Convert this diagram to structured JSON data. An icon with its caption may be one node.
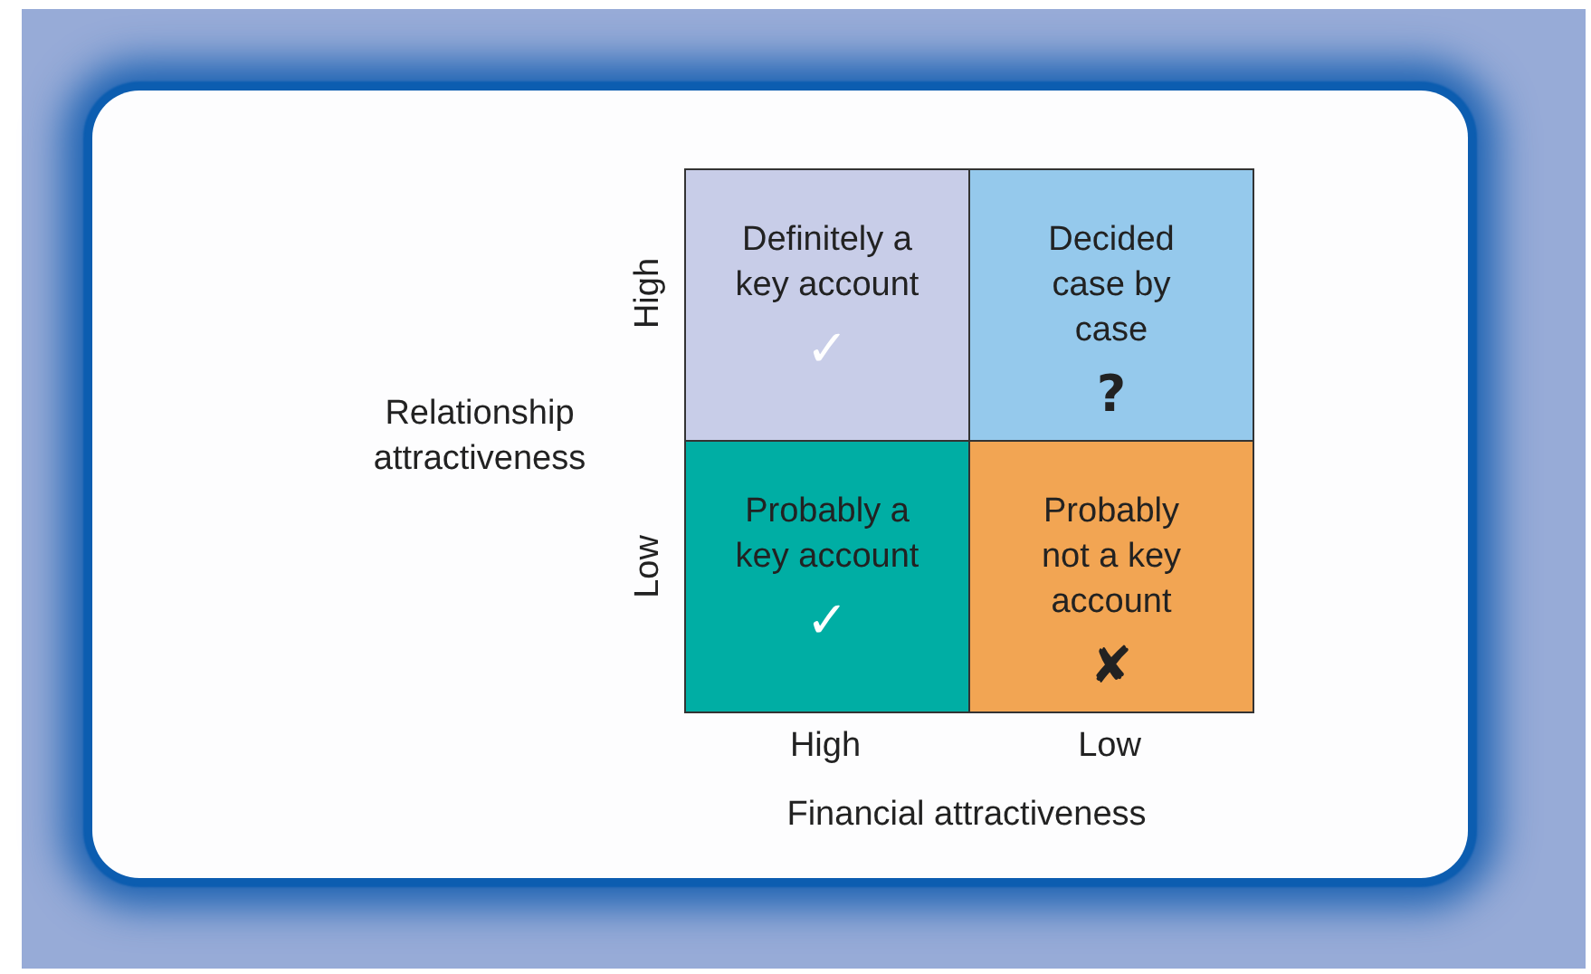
{
  "diagram": {
    "nodes": [
      {
        "text": [
          "Definitely a key account",
          "✓"
        ]
      },
      {
        "text": [
          "Decided case by case",
          "?"
        ]
      },
      {
        "text": [
          "Probably a key account",
          "✓"
        ]
      },
      {
        "text": [
          "Probably not a key account",
          "✘"
        ]
      }
    ],
    "labels": [
      "High",
      "Relationship attractiveness",
      "Low",
      "High",
      "Low",
      "Financial attractiveness"
    ]
  }
}
